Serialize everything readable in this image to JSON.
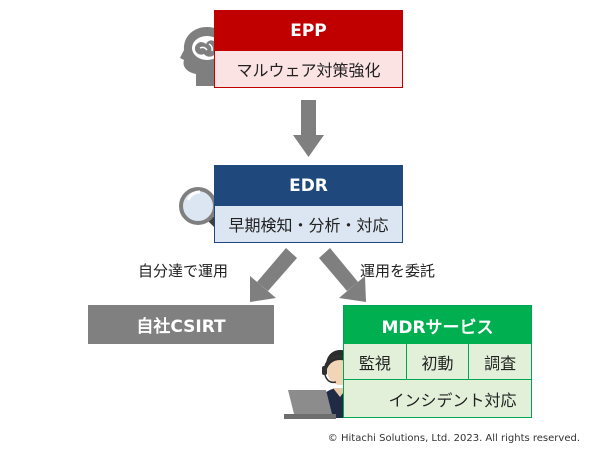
{
  "epp": {
    "title": "EPP",
    "subtitle": "マルウェア対策強化"
  },
  "edr": {
    "title": "EDR",
    "subtitle": "早期検知・分析・対応"
  },
  "branches": {
    "left_label": "自分達で運用",
    "right_label": "運用を委託"
  },
  "csirt": {
    "title": "自社CSIRT"
  },
  "mdr": {
    "title": "MDRサービス",
    "services": [
      "監視",
      "初動",
      "調査"
    ],
    "footer": "インシデント対応"
  },
  "copyright": "© Hitachi Solutions, Ltd. 2023. All rights reserved.",
  "colors": {
    "epp": "#c00000",
    "edr": "#1f497d",
    "csirt": "#808080",
    "mdr": "#00b050",
    "arrow": "#7f7f7f"
  },
  "icons": [
    "brain-head-icon",
    "magnifier-icon",
    "operator-headset-icon",
    "laptop-icon"
  ]
}
